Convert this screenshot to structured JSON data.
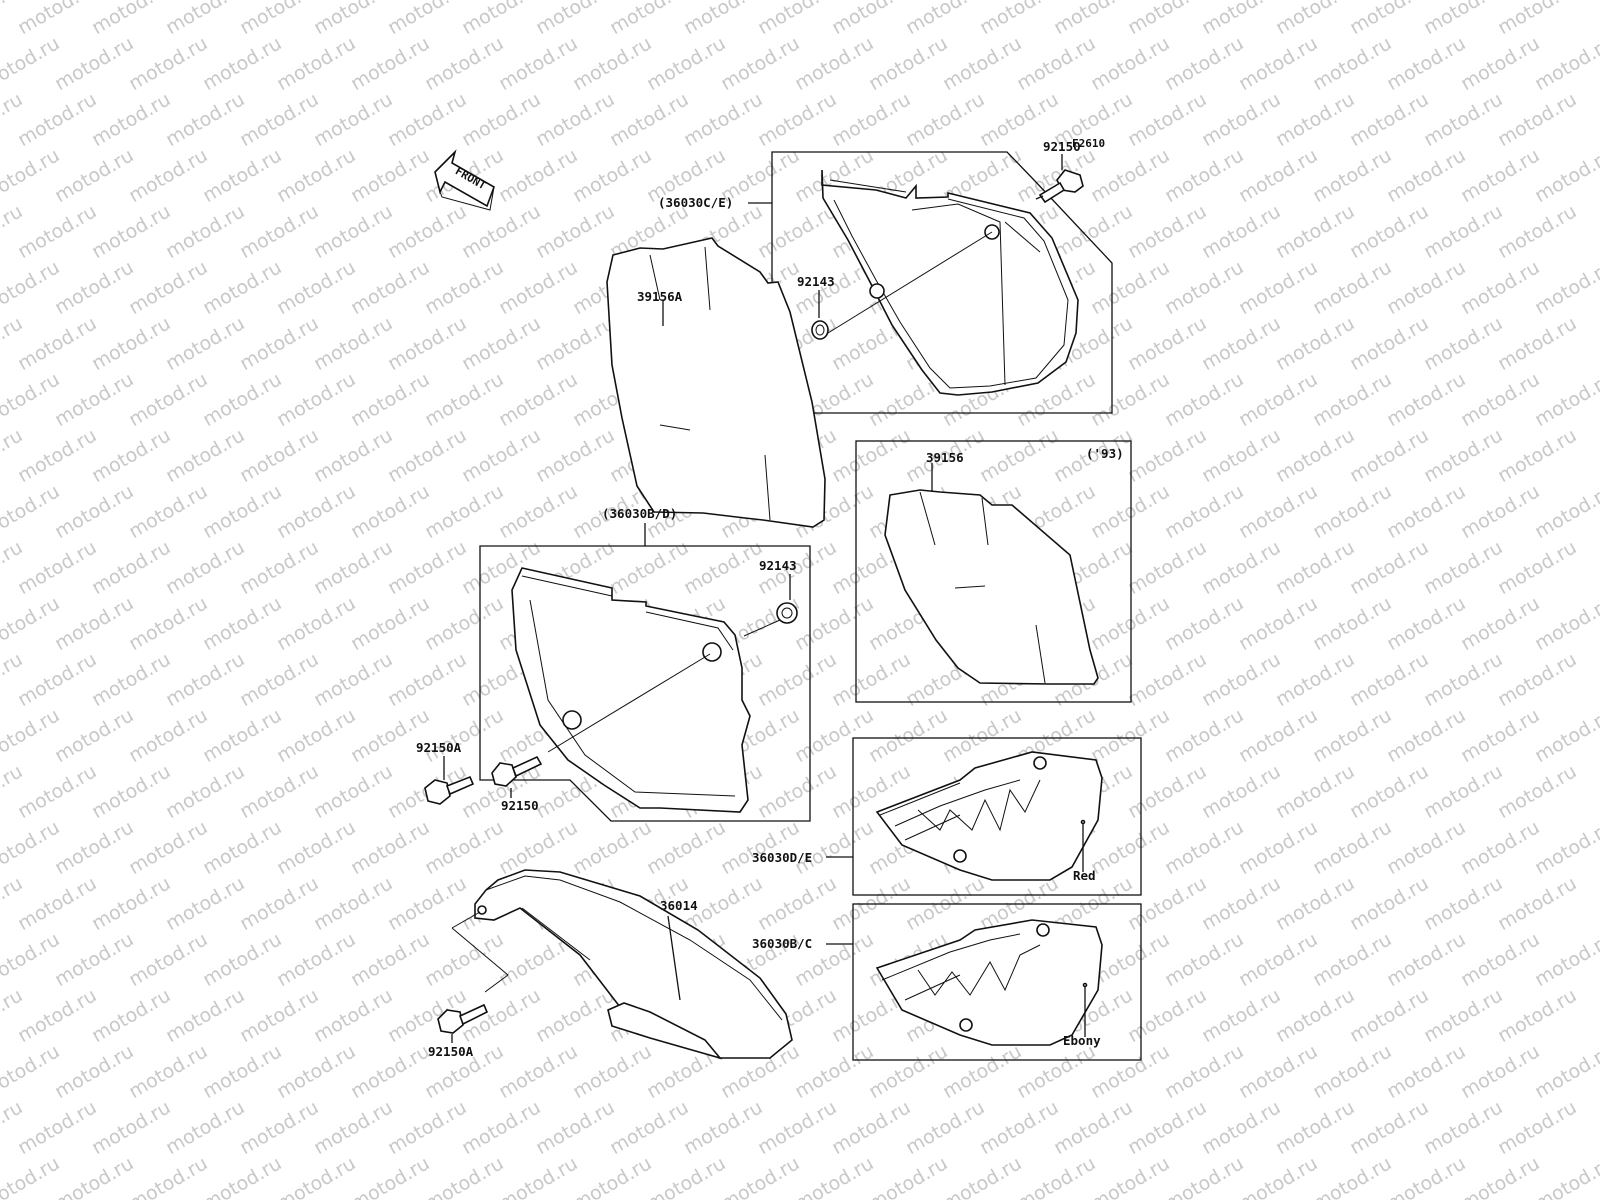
{
  "watermark": "motod.ru",
  "figure_code": "F2610",
  "front_label": "FRONT",
  "callouts": {
    "c36030CE": "(36030C/E)",
    "c92150_top": "92150",
    "c92143_top": "92143",
    "c39156A": "39156A",
    "c36030BD": "(36030B/D)",
    "c92143_mid": "92143",
    "c92150A_mid": "92150A",
    "c92150_mid": "92150",
    "c39156": "39156",
    "c93": "('93)",
    "c36030DE": "36030D/E",
    "c36030BC": "36030B/C",
    "c36014": "36014",
    "c92150A_bot": "92150A"
  },
  "color_labels": {
    "red": "Red",
    "ebony": "Ebony"
  }
}
